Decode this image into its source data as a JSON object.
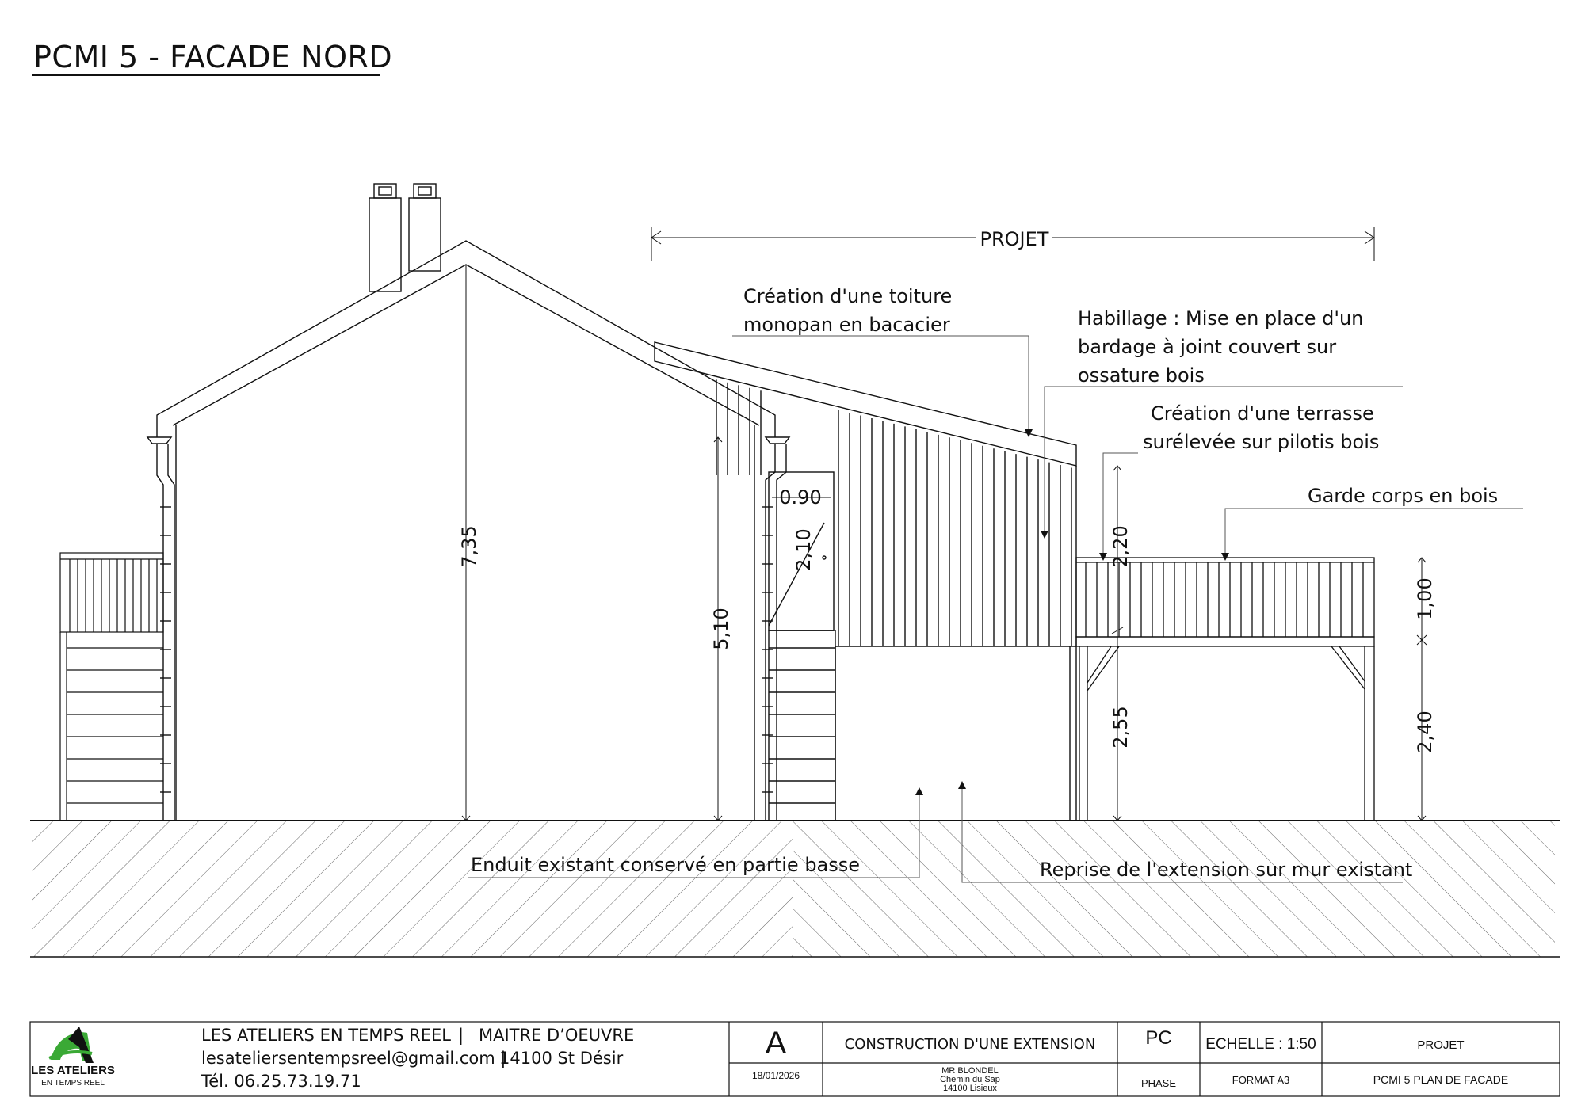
{
  "sheet_title": "PCMI 5 - FACADE NORD",
  "labels": {
    "projet": "PROJET",
    "toiture_line1": "Création d'une toiture",
    "toiture_line2": "monopan en bacacier",
    "habillage_line1": "Habillage : Mise en place d'un",
    "habillage_line2": "bardage à joint couvert sur",
    "habillage_line3": "ossature bois",
    "terrasse_line1": "Création d'une terrasse",
    "terrasse_line2": "surélevée sur pilotis bois",
    "garde_corps": "Garde corps en bois",
    "enduit": "Enduit existant conservé en partie basse",
    "reprise": "Reprise de l'extension sur mur existant"
  },
  "dimensions": {
    "ridge_height": "7,35",
    "eave_height": "5,10",
    "door_width": "0.90",
    "door_height": "2,10",
    "extension_height": "2,20",
    "terrace_height": "2,55",
    "railing_height": "1,00",
    "post_height": "2,40"
  },
  "title_block": {
    "company": "LES ATELIERS EN TEMPS REEL",
    "separator": "|",
    "role": "MAITRE D’OEUVRE",
    "email": "lesateliersentempsreel@gmail.com |",
    "city": "14100 St Désir",
    "phone": "Tél. 06.25.73.19.71",
    "logo_line1": "LES ATELIERS",
    "logo_line2": "EN TEMPS REEL",
    "revision": "A",
    "date": "18/01/2026",
    "project_name": "CONSTRUCTION D'UNE EXTENSION",
    "client_name": "MR BLONDEL",
    "client_street": "Chemin du Sap",
    "client_city": "14100 Lisieux",
    "phase_code": "PC",
    "phase_label": "PHASE",
    "scale": "ECHELLE : 1:50",
    "format": "FORMAT A3",
    "status": "PROJET",
    "sheet_name": "PCMI 5 PLAN DE FACADE"
  },
  "colors": {
    "ink": "#111111",
    "logo_green": "#3aa935",
    "hatch": "#666666"
  }
}
